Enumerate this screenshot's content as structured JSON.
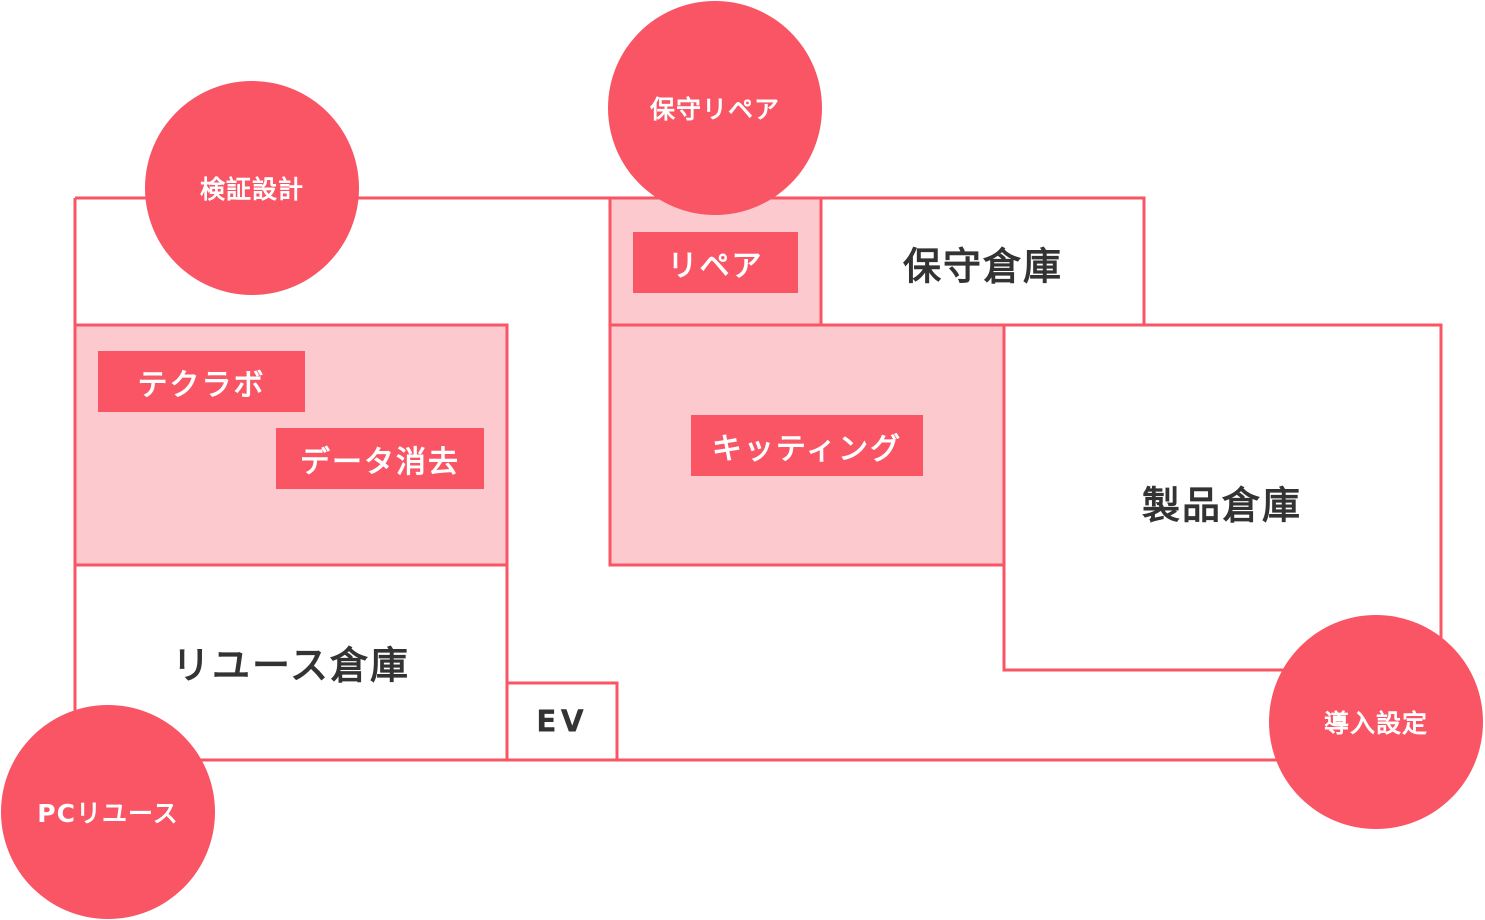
{
  "colors": {
    "accent": "#f95565",
    "zone_fill": "#fcc9ce",
    "room_text": "#333333",
    "background": "#ffffff"
  },
  "rooms": {
    "reuse_warehouse": "リユース倉庫",
    "maintenance_warehouse": "保守倉庫",
    "product_warehouse": "製品倉庫",
    "elevator": "EV"
  },
  "tags": {
    "techlab": "テクラボ",
    "data_erasure": "データ消去",
    "repair": "リペア",
    "kitting": "キッティング"
  },
  "circles": {
    "verification_design": "検証設計",
    "maintenance_repair": "保守リペア",
    "pc_reuse": "PCリユース",
    "installation_setup": "導入設定"
  }
}
